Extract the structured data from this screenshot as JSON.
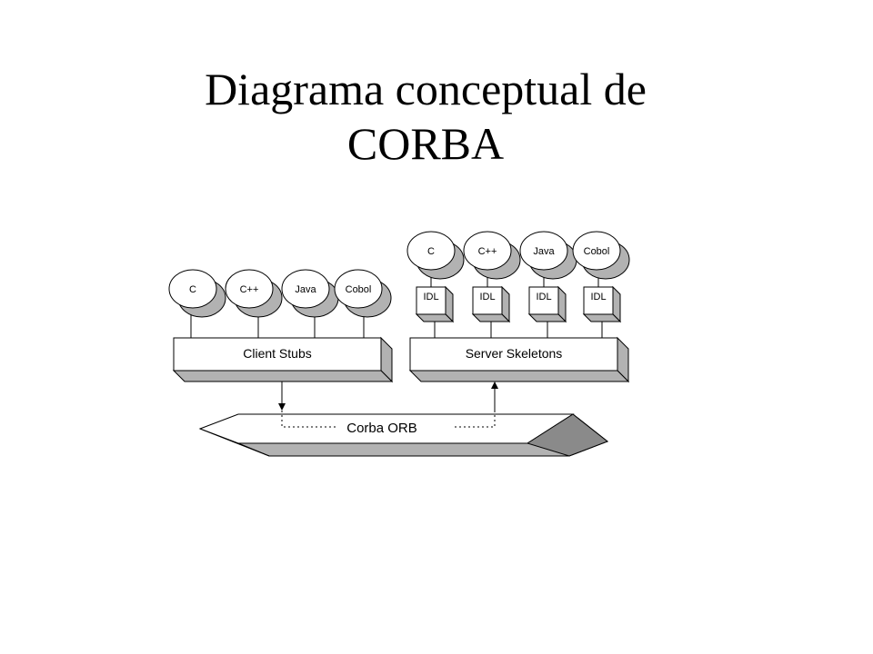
{
  "title": {
    "line1": "Diagrama conceptual de",
    "line2": "CORBA"
  },
  "client": {
    "languages": [
      "C",
      "C++",
      "Java",
      "Cobol"
    ],
    "stubs_label": "Client Stubs"
  },
  "server": {
    "languages": [
      "C",
      "C++",
      "Java",
      "Cobol"
    ],
    "idl_label": "IDL",
    "skeletons_label": "Server Skeletons"
  },
  "orb": {
    "label": "Corba ORB"
  },
  "colors": {
    "shadow": "#b2b2b2",
    "stroke": "#000000",
    "fill": "#ffffff"
  }
}
